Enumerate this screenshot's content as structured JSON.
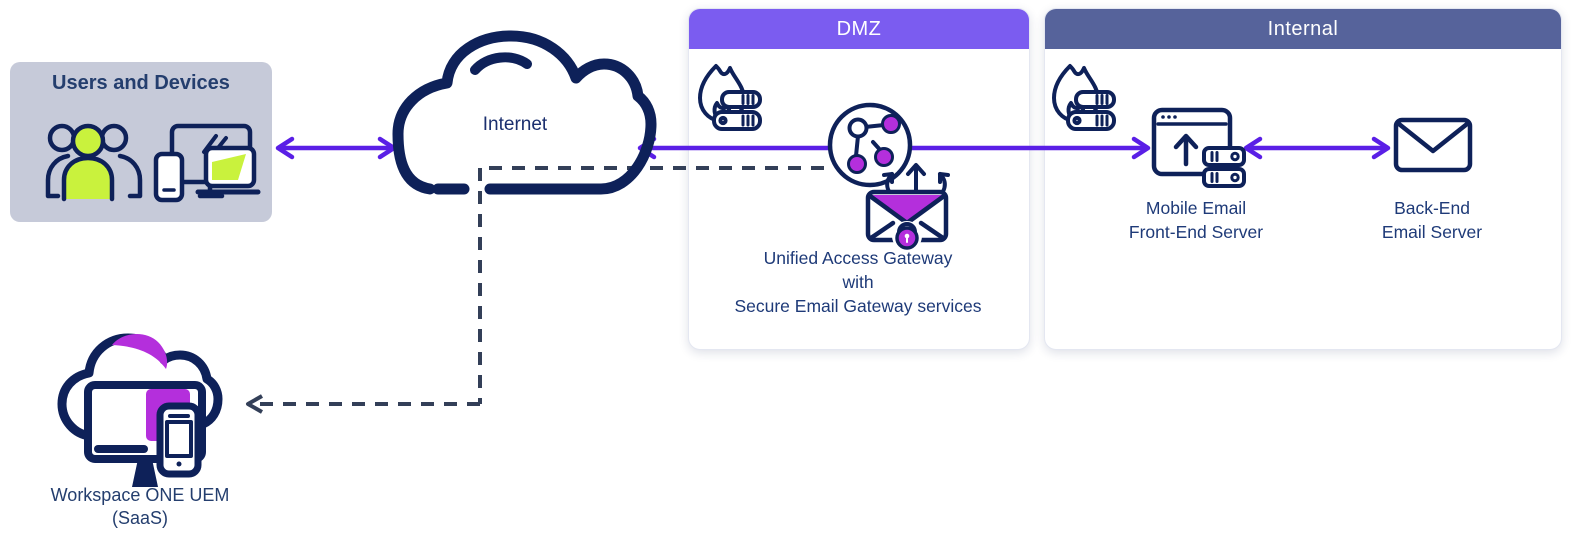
{
  "users_box": {
    "title": "Users and Devices",
    "icons": [
      "users-group-icon",
      "devices-icon"
    ]
  },
  "internet": {
    "label": "Internet",
    "icon": "cloud-icon"
  },
  "dmz": {
    "header": "DMZ",
    "icons": [
      "firewall-icon",
      "network-gateway-icon",
      "secure-email-envelope-lock-icon",
      "sync-arrows-icon"
    ],
    "caption_line1": "Unified Access Gateway",
    "caption_line2": "with",
    "caption_line3": "Secure Email Gateway services"
  },
  "internal": {
    "header": "Internal",
    "icons": [
      "firewall-icon",
      "browser-upload-server-icon",
      "envelope-icon"
    ],
    "frontend_line1": "Mobile Email",
    "frontend_line2": "Front-End Server",
    "backend_line1": "Back-End",
    "backend_line2": "Email Server"
  },
  "workspace": {
    "label_line1": "Workspace ONE UEM",
    "label_line2": "(SaaS)",
    "icon": "cloud-devices-icon"
  },
  "connections": [
    {
      "from": "users-and-devices",
      "to": "internet",
      "style": "solid-purple",
      "arrows": "both"
    },
    {
      "from": "internet",
      "to": "unified-access-gateway",
      "style": "solid-purple",
      "arrows": "toward-internet"
    },
    {
      "from": "unified-access-gateway",
      "to": "mobile-email-front-end-server",
      "style": "solid-purple",
      "arrows": "toward-front-end"
    },
    {
      "from": "mobile-email-front-end-server",
      "to": "back-end-email-server",
      "style": "solid-purple",
      "arrows": "both"
    },
    {
      "from": "unified-access-gateway",
      "to": "workspace-one-uem",
      "style": "dashed-dark",
      "arrows": "toward-workspace"
    }
  ],
  "colors": {
    "navy_icon": "#0e2159",
    "text_navy": "#1e3a78",
    "purple_arrow": "#5a1fe6",
    "dmz_header_bg": "#7b5cf0",
    "internal_header_bg": "#56639b",
    "magenta_accent": "#b42fdc",
    "lime_accent": "#c9f23d",
    "users_box_bg": "#c6cad9",
    "dashed_line": "#333f58",
    "panel_bg": "#ffffff"
  }
}
